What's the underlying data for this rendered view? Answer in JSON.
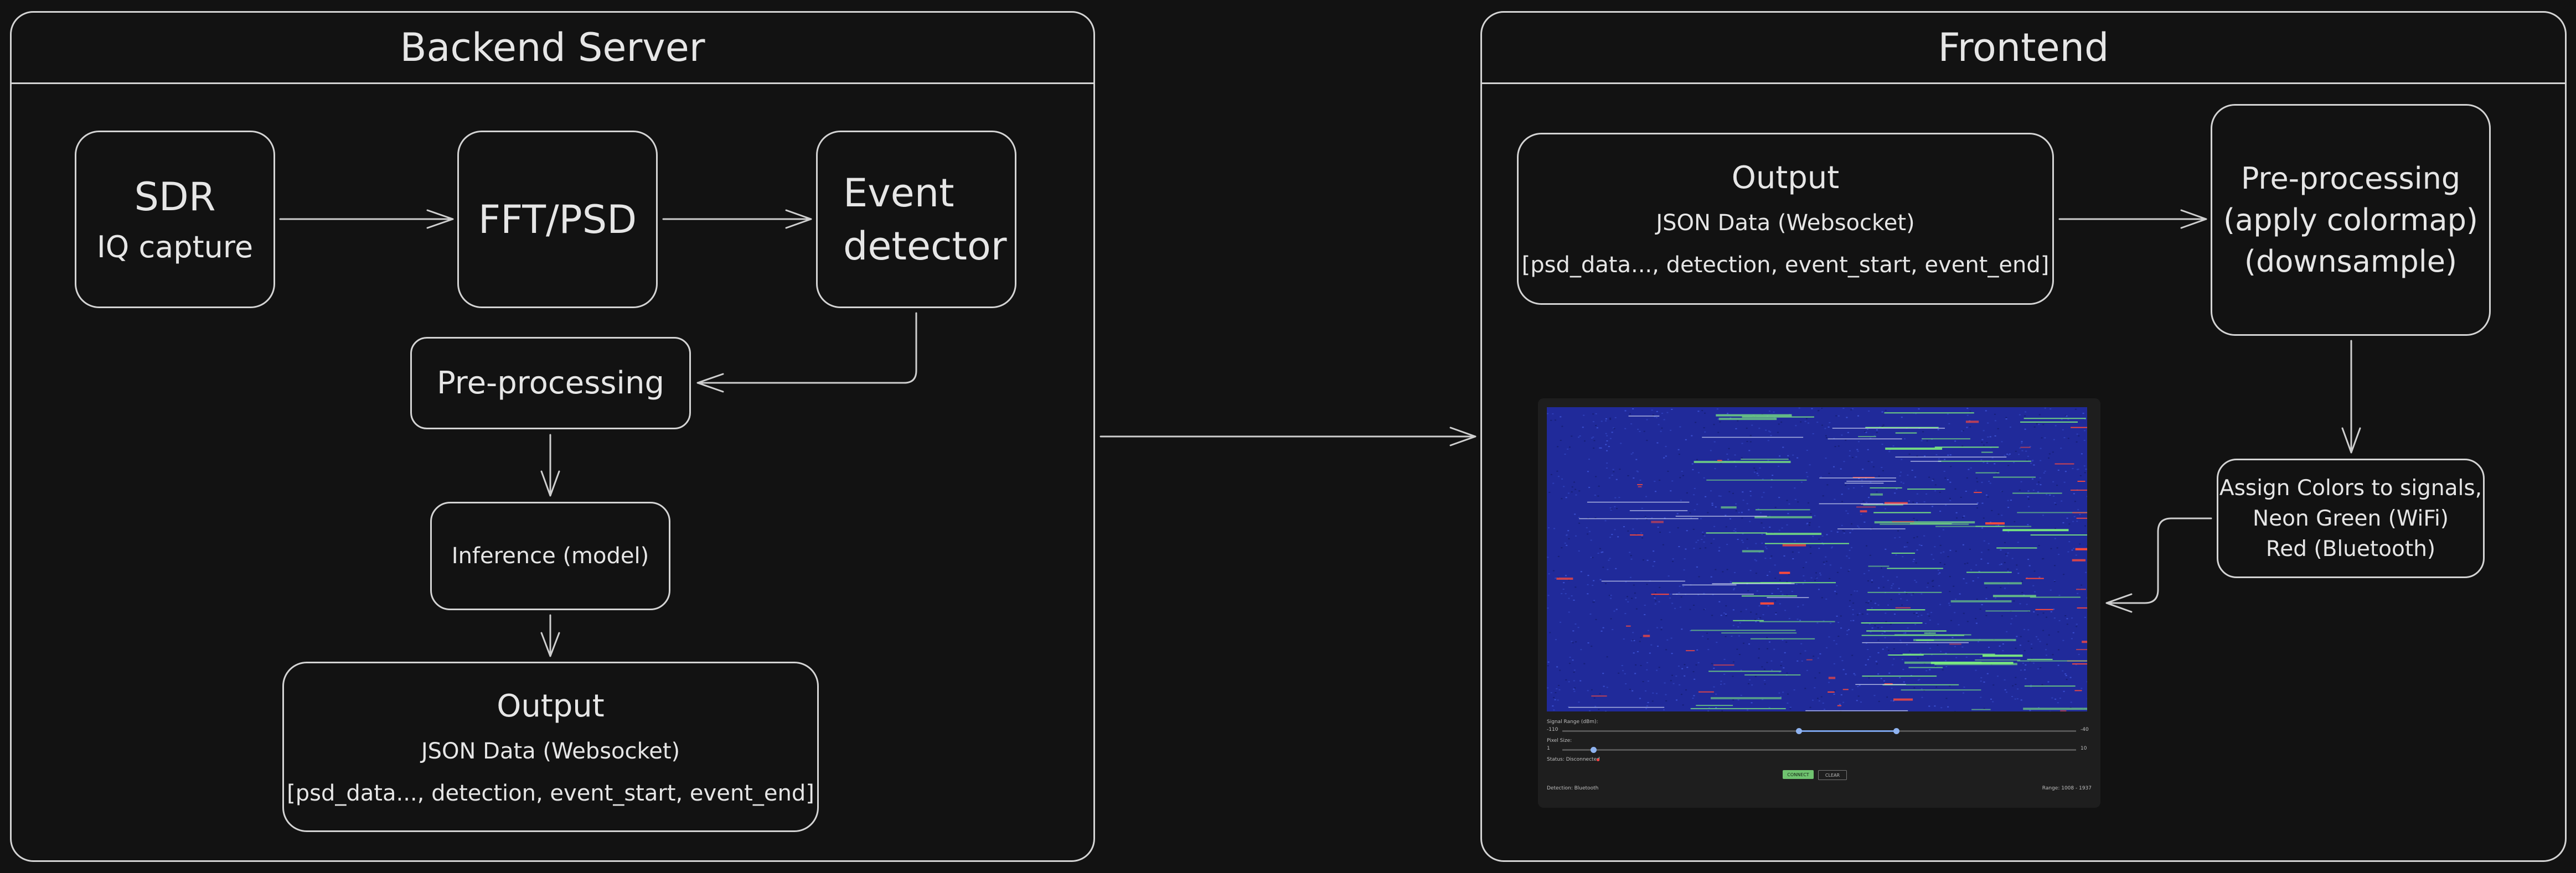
{
  "backend": {
    "title": "Backend Server",
    "sdr": {
      "title": "SDR",
      "subtitle": "IQ capture"
    },
    "fft": {
      "label": "FFT/PSD"
    },
    "event": {
      "line1": "Event",
      "line2": "detector"
    },
    "preprocessing": {
      "label": "Pre-processing"
    },
    "inference": {
      "label": "Inference (model)"
    },
    "output": {
      "title": "Output",
      "line1": "JSON Data (Websocket)",
      "line2": "[psd_data..., detection, event_start, event_end]"
    }
  },
  "frontend": {
    "title": "Frontend",
    "output": {
      "title": "Output",
      "line1": "JSON Data (Websocket)",
      "line2": "[psd_data..., detection, event_start, event_end]"
    },
    "preprocessing": {
      "line1": "Pre-processing",
      "line2": "(apply colormap)",
      "line3": "(downsample)"
    },
    "assign": {
      "line1": "Assign Colors to signals,",
      "line2": "Neon Green (WiFi)",
      "line3": "Red (Bluetooth)"
    },
    "screenshot": {
      "signal_range_label": "Signal Range (dBm):",
      "range_min": "-110",
      "range_max": "-40",
      "range_low_fraction": 0.46,
      "range_high_fraction": 0.65,
      "pixel_size_label": "Pixel Size:",
      "pixel_min": "1",
      "pixel_max": "10",
      "pixel_fraction": 0.06,
      "status": "Status: Disconnected",
      "status_color": "#ff4040",
      "connect_label": "CONNECT",
      "clear_label": "CLEAR",
      "detection": "Detection: Bluetooth",
      "range_info": "Range: 1008 - 1937"
    }
  },
  "colors": {
    "background": "#121212",
    "line": "#d4d4d4",
    "waterfall_noise": "#202a9a",
    "wifi": "#7ef07e",
    "bluetooth": "#ff4a3a"
  }
}
